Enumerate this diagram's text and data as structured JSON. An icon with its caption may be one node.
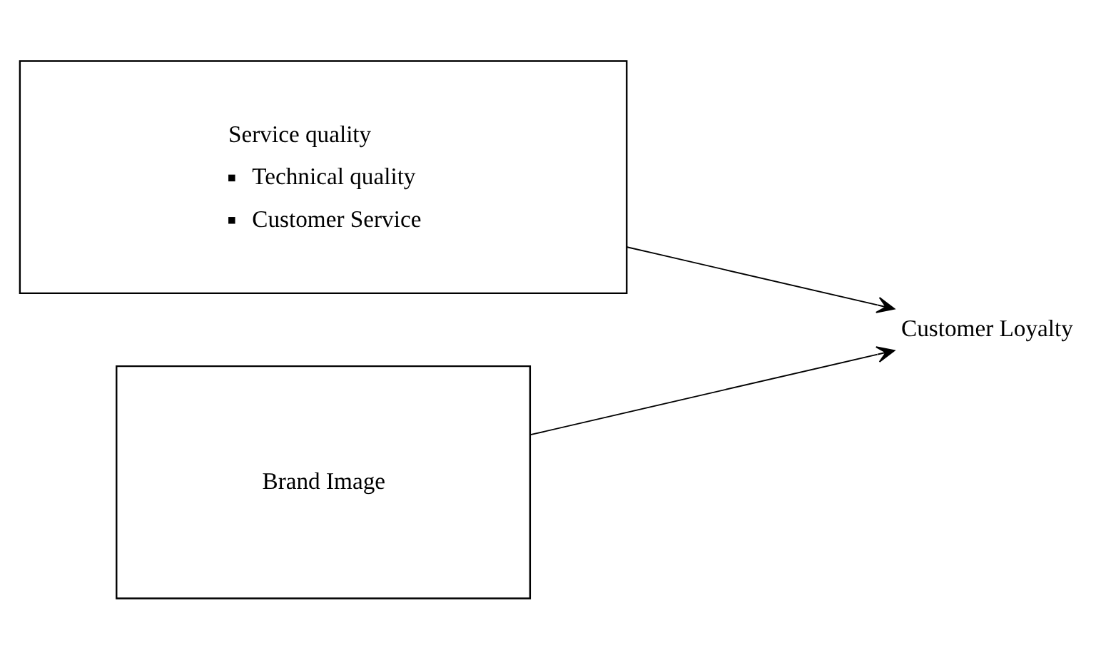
{
  "diagram": {
    "nodes": [
      {
        "text": [
          "Service quality",
          "Technical quality",
          "Customer Service"
        ]
      },
      {
        "text": [
          "Brand Image"
        ]
      },
      {
        "text": [
          "Customer Loyalty"
        ]
      }
    ],
    "edges": [
      {
        "from": 0,
        "to": 2,
        "arrow": "to"
      },
      {
        "from": 1,
        "to": 2,
        "arrow": "to"
      }
    ]
  }
}
